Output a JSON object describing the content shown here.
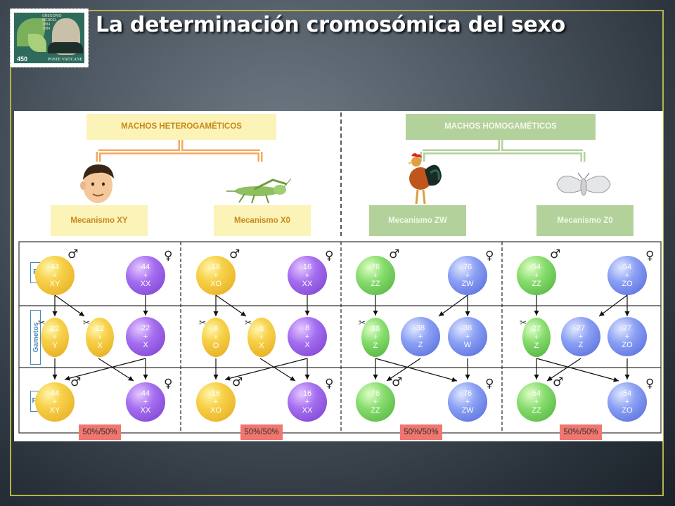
{
  "title": "La determinación cromosómica del sexo",
  "stamp": {
    "text_lines": [
      "GREGORIO",
      "MENDEL",
      "1884",
      "1984"
    ],
    "value": "450",
    "post": "POSTE VATICANE"
  },
  "headers": {
    "hetero": "MACHOS HETEROGAMÉTICOS",
    "homo": "MACHOS HOMOGAMÉTICOS"
  },
  "mechanisms": [
    "Mecanismo XY",
    "Mecanismo X0",
    "Mecanismo ZW",
    "Mecanismo Z0"
  ],
  "row_labels": {
    "p": "P",
    "gametes": "Gametos",
    "f1": "F"
  },
  "symbols": {
    "male": "♂",
    "female": "♀"
  },
  "percent": "50%/50%",
  "parents": {
    "xy": [
      {
        "n": "44",
        "plus": "+",
        "c": "XY"
      },
      {
        "n": "44",
        "plus": "+",
        "c": "XX"
      }
    ],
    "x0": [
      {
        "n": "16",
        "plus": "+",
        "c": "XO"
      },
      {
        "n": "16",
        "plus": "+",
        "c": "XX"
      }
    ],
    "zw": [
      {
        "n": "76",
        "plus": "+",
        "c": "ZZ"
      },
      {
        "n": "76",
        "plus": "+",
        "c": "ZW"
      }
    ],
    "z0": [
      {
        "n": "54",
        "plus": "+",
        "c": "ZZ"
      },
      {
        "n": "54",
        "plus": "+",
        "c": "ZO"
      }
    ]
  },
  "gametes": {
    "xy": [
      {
        "n": "22",
        "plus": "+",
        "c": "Y"
      },
      {
        "n": "22",
        "plus": "+",
        "c": "X"
      },
      {
        "n": "22",
        "plus": "+",
        "c": "X"
      }
    ],
    "x0": [
      {
        "n": "8",
        "plus": "+",
        "c": "O"
      },
      {
        "n": "8",
        "plus": "+",
        "c": "X"
      },
      {
        "n": "8",
        "plus": "+",
        "c": "X"
      }
    ],
    "zw": [
      {
        "n": "38",
        "plus": "+",
        "c": "Z"
      },
      {
        "n": "38",
        "plus": "+",
        "c": "Z"
      },
      {
        "n": "38",
        "plus": "+",
        "c": "W"
      }
    ],
    "z0": [
      {
        "n": "27",
        "plus": "+",
        "c": "Z"
      },
      {
        "n": "27",
        "plus": "+",
        "c": "Z"
      },
      {
        "n": "27",
        "plus": "+",
        "c": "ZO"
      }
    ]
  },
  "offspring": {
    "xy": [
      {
        "n": "44",
        "plus": "+",
        "c": "XY"
      },
      {
        "n": "44",
        "plus": "+",
        "c": "XX"
      }
    ],
    "x0": [
      {
        "n": "16",
        "plus": "+",
        "c": "XO"
      },
      {
        "n": "16",
        "plus": "+",
        "c": "XX"
      }
    ],
    "zw": [
      {
        "n": "76",
        "plus": "+",
        "c": "ZZ"
      },
      {
        "n": "76",
        "plus": "+",
        "c": "ZW"
      }
    ],
    "z0": [
      {
        "n": "54",
        "plus": "+",
        "c": "ZZ"
      },
      {
        "n": "54",
        "plus": "+",
        "c": "ZO"
      }
    ]
  },
  "colors": {
    "frame": "#b8b24a",
    "yellow": "#f7d24a",
    "purple": "#a46ef0",
    "green": "#86dc6c",
    "blue": "#8a9ff4",
    "percent_box": "#f0766e"
  }
}
